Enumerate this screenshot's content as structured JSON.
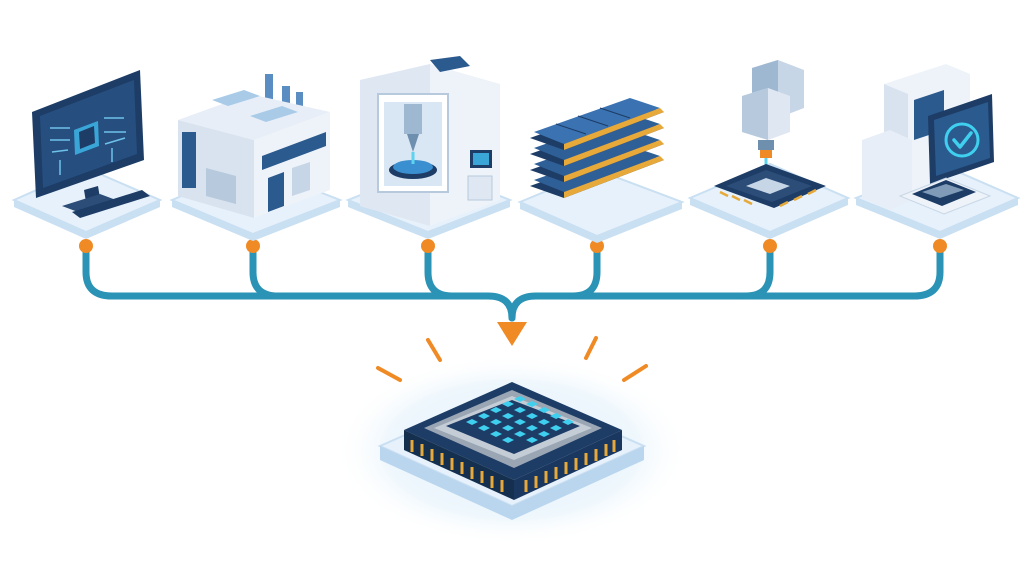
{
  "diagram": {
    "stages": [
      {
        "name": "chip-design-workstation",
        "icon": "monitor-circuit-icon"
      },
      {
        "name": "semiconductor-fab",
        "icon": "factory-icon"
      },
      {
        "name": "wafer-lithography-machine",
        "icon": "wafer-machine-icon"
      },
      {
        "name": "wafer-stack",
        "icon": "wafer-stack-icon"
      },
      {
        "name": "chip-packaging",
        "icon": "robotic-arm-chip-icon"
      },
      {
        "name": "chip-testing",
        "icon": "test-station-checkmark-icon"
      }
    ],
    "result": {
      "name": "finished-processor",
      "icon": "cpu-chip-icon"
    },
    "colors": {
      "connector": "#2a93b6",
      "node_dot": "#f08a24",
      "arrow": "#f08a24",
      "navy": "#1d3c66",
      "platform": "#e6f1fb",
      "platform_edge": "#c9dff2",
      "chip_glow": "#3fd0f0",
      "pin_gold": "#e6a93a"
    }
  }
}
